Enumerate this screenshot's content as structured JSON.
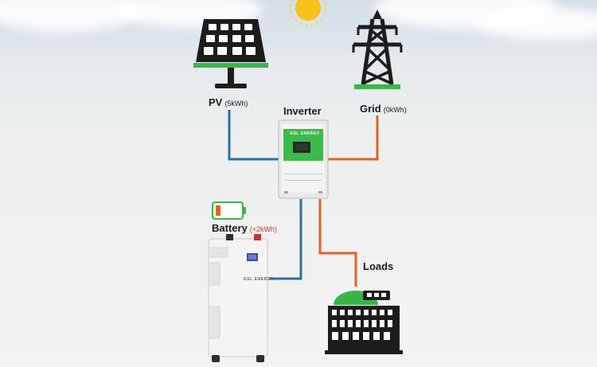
{
  "nodes": {
    "pv": {
      "label": "PV",
      "value": "(5kWh)"
    },
    "inverter": {
      "label": "Inverter",
      "brand": "GSL ENERGY"
    },
    "grid": {
      "label": "Grid",
      "value": "(0kWh)"
    },
    "battery": {
      "label": "Battery",
      "value": "(+2kWh)",
      "brand": "GSL ENERGY"
    },
    "loads": {
      "label": "Loads"
    }
  },
  "colors": {
    "pv_line": "#2f6ea3",
    "battery_line": "#2f6ea3",
    "grid_line": "#e0622a",
    "loads_line": "#e0622a",
    "accent_green": "#39b54a",
    "battery_level_fill": "#e0622a",
    "icon_dark": "#1c1c1c"
  },
  "icons": {
    "pv": "solar-panel-icon",
    "grid": "transmission-tower-icon",
    "battery_status": "battery-level-icon",
    "loads": "building-icon",
    "sun": "sun-icon"
  }
}
